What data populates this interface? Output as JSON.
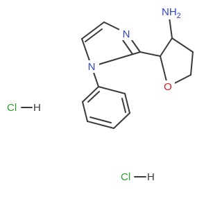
{
  "molecule": {
    "atoms": {
      "amine": "NH",
      "amine_h": "2",
      "imidazole_n3": "N",
      "imidazole_n1": "N",
      "ether_o": "O"
    },
    "salts": [
      {
        "cl": "Cl",
        "h": "H"
      },
      {
        "cl": "Cl",
        "h": "H"
      }
    ]
  },
  "colors": {
    "bond": "#3a3a3a",
    "nitrogen": "#2f43c8",
    "oxygen": "#d11d1d",
    "chlorine": "#2e9c2e"
  }
}
